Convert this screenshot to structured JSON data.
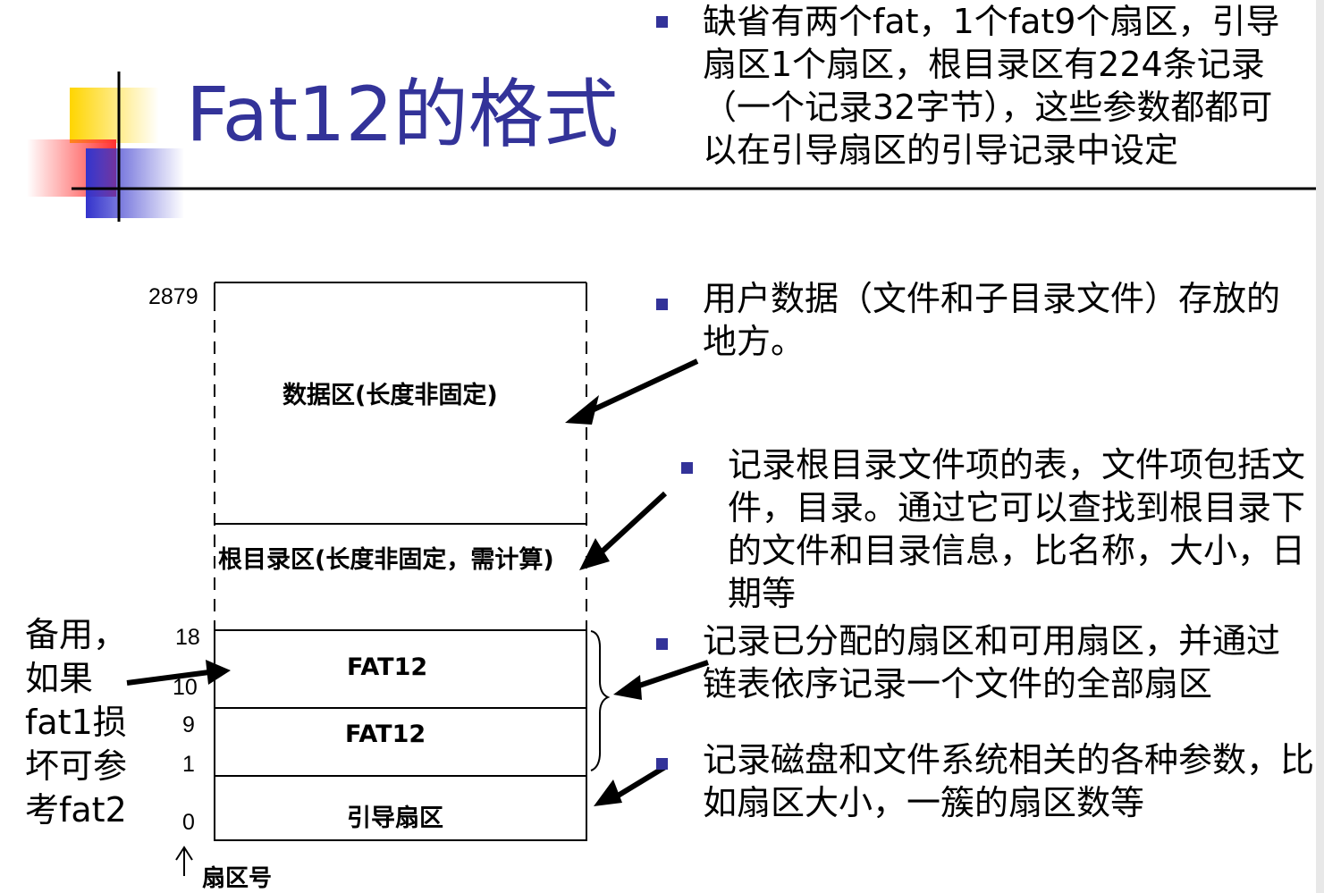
{
  "title": "Fat12的格式",
  "bullets": [
    {
      "id": "defaults",
      "text": "缺省有两个fat，1个fat9个扇区，引导扇区1个扇区，根目录区有224条记录（一个记录32字节），这些参数都都可以在引导扇区的引导记录中设定"
    },
    {
      "id": "data-area",
      "text": "用户数据（文件和子目录文件）存放的地方。"
    },
    {
      "id": "root-dir",
      "text": "记录根目录文件项的表，文件项包括文件，目录。通过它可以查找到根目录下的文件和目录信息，比名称，大小，日期等"
    },
    {
      "id": "fat",
      "text": "记录已分配的扇区和可用扇区，并通过链表依序记录一个文件的全部扇区"
    },
    {
      "id": "boot",
      "text": "记录磁盘和文件系统相关的各种参数，比如扇区大小，一簇的扇区数等"
    }
  ],
  "diagram": {
    "regions": {
      "data_area": "数据区(长度非固定)",
      "root_dir": "根目录区(长度非固定，需计算)",
      "fat_a": "FAT12",
      "fat_b": "FAT12",
      "boot": "引导扇区"
    },
    "sector_labels": {
      "s2879": "2879",
      "s18": "18",
      "s10": "10",
      "s9": "9",
      "s1": "1",
      "s0": "0"
    },
    "axis_label": "扇区号"
  },
  "side_note": "备用，如果fat1损坏可参考fat2",
  "colors": {
    "title": "#333399",
    "bullet": "#333399",
    "deco_yellow": "#ffd500",
    "deco_red": "#ff3030",
    "deco_blue": "#3333cc"
  }
}
